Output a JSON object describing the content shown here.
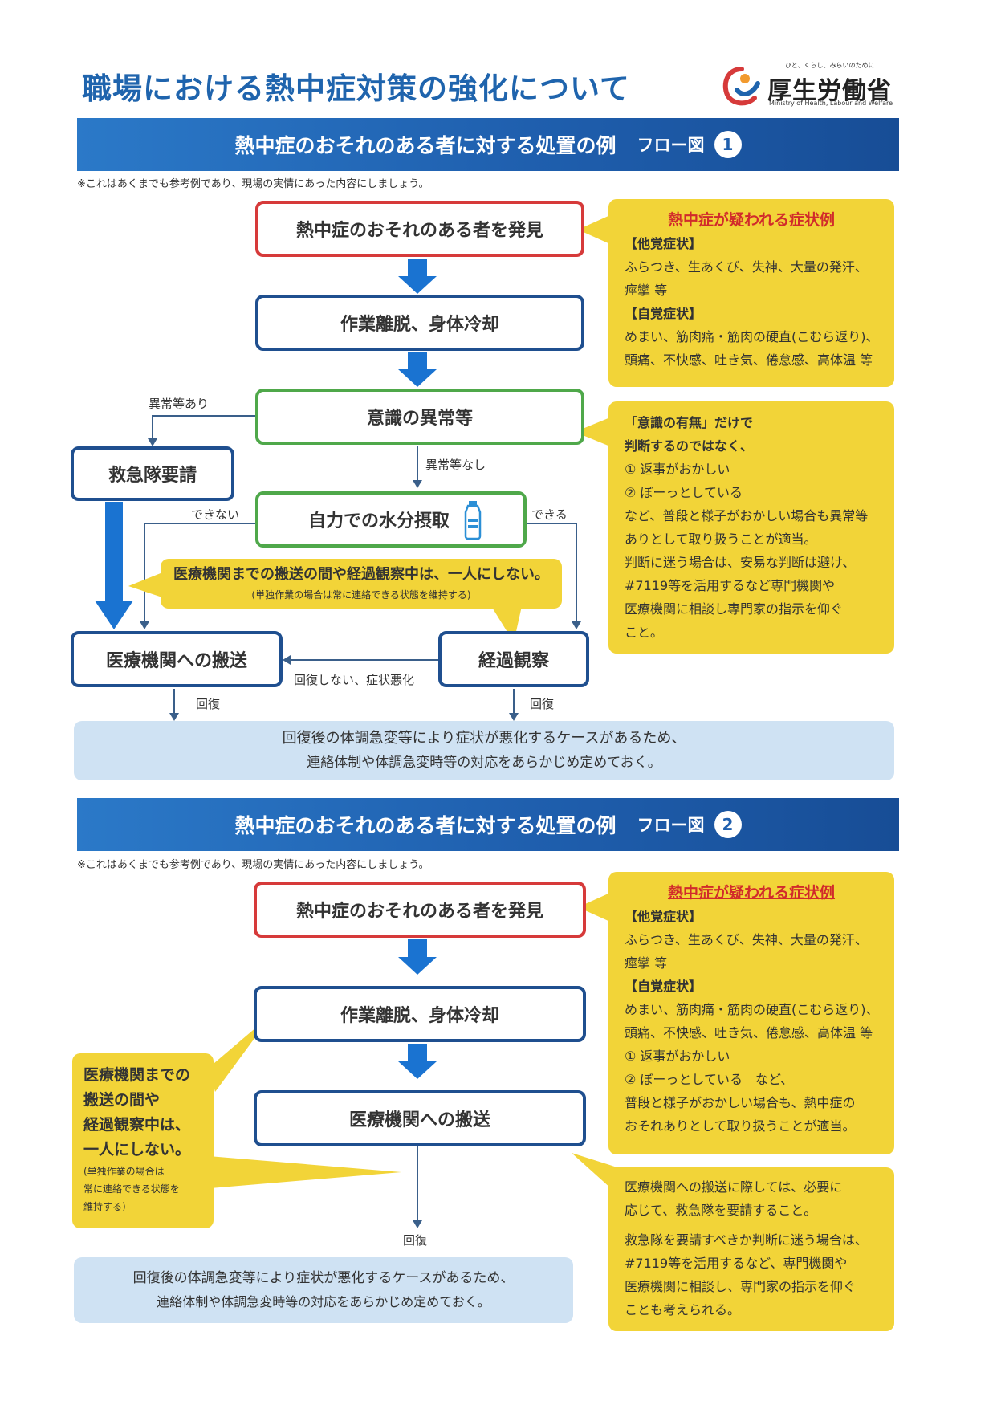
{
  "title": "職場における熱中症対策の強化について",
  "logo": {
    "tagline": "ひと、くらし、みらいのために",
    "name": "厚生労働省",
    "english": "Ministry of Health, Labour and Welfare"
  },
  "flow1": {
    "banner_title": "熱中症のおそれのある者に対する処置の例",
    "banner_fig": "フロー図",
    "banner_num": "1",
    "note": "※これはあくまでも参考例であり、現場の実情にあった内容にしましょう。",
    "discover": "熱中症のおそれのある者を発見",
    "cooling": "作業離脱、身体冷却",
    "consciousness": "意識の異常等",
    "ambulance": "救急隊要請",
    "hydration": "自力での水分摂取",
    "transport": "医療機関への搬送",
    "observe": "経過観察",
    "labels": {
      "abnormal_yes": "異常等あり",
      "abnormal_no": "異常等なし",
      "cannot": "できない",
      "can": "できる",
      "no_recovery": "回復しない、症状悪化",
      "recovery_left": "回復",
      "recovery_right": "回復"
    },
    "symptoms": {
      "title": "熱中症が疑われる症状例",
      "other_head": "【他覚症状】",
      "other_1": "ふらつき、生あくび、失神、大量の発汗、",
      "other_2": "痙攣 等",
      "self_head": "【自覚症状】",
      "self_1": "めまい、筋肉痛・筋肉の硬直(こむら返り)、",
      "self_2": "頭痛、不快感、吐き気、倦怠感、高体温 等"
    },
    "judgement": {
      "l1": "「意識の有無」だけで",
      "l2": "判断するのではなく、",
      "l3": "① 返事がおかしい",
      "l4": "② ぼーっとしている",
      "l5": "など、普段と様子がおかしい場合も異常等",
      "l6": "ありとして取り扱うことが適当。",
      "l7": "判断に迷う場合は、安易な判断は避け、",
      "l8": "#7119等を活用するなど専門機関や",
      "l9": "医療機関に相談し専門家の指示を仰ぐ",
      "l10": "こと。"
    },
    "alone": {
      "l1": "医療機関までの搬送の間や経過観察中は、一人にしない。",
      "l2": "(単独作業の場合は常に連絡できる状態を維持する)"
    },
    "bottom": {
      "l1": "回復後の体調急変等により症状が悪化するケースがあるため、",
      "l2": "連絡体制や体調急変時等の対応をあらかじめ定めておく。"
    }
  },
  "flow2": {
    "banner_title": "熱中症のおそれのある者に対する処置の例",
    "banner_fig": "フロー図",
    "banner_num": "2",
    "note": "※これはあくまでも参考例であり、現場の実情にあった内容にしましょう。",
    "discover": "熱中症のおそれのある者を発見",
    "cooling": "作業離脱、身体冷却",
    "transport": "医療機関への搬送",
    "recovery": "回復",
    "symptoms": {
      "title": "熱中症が疑われる症状例",
      "other_head": "【他覚症状】",
      "other_1": "ふらつき、生あくび、失神、大量の発汗、",
      "other_2": "痙攣 等",
      "self_head": "【自覚症状】",
      "self_1": "めまい、筋肉痛・筋肉の硬直(こむら返り)、",
      "self_2": "頭痛、不快感、吐き気、倦怠感、高体温 等",
      "extra_1": "① 返事がおかしい",
      "extra_2": "② ぼーっとしている　など、",
      "extra_3": "普段と様子がおかしい場合も、熱中症の",
      "extra_4": "おそれありとして取り扱うことが適当。"
    },
    "alone": {
      "l1": "医療機関までの",
      "l2": "搬送の間や",
      "l3": "経過観察中は、",
      "l4": "一人にしない。",
      "s1": "(単独作業の場合は",
      "s2": "常に連絡できる状態を",
      "s3": "維持する)"
    },
    "ambulance_note": {
      "l1": "医療機関への搬送に際しては、必要に",
      "l2": "応じて、救急隊を要請すること。",
      "l3": "救急隊を要請すべきか判断に迷う場合は、",
      "l4": "#7119等を活用するなど、専門機関や",
      "l5": "医療機関に相談し、専門家の指示を仰ぐ",
      "l6": "ことも考えられる。"
    },
    "bottom": {
      "l1": "回復後の体調急変等により症状が悪化するケースがあるため、",
      "l2": "連絡体制や体調急変時等の対応をあらかじめ定めておく。"
    }
  }
}
